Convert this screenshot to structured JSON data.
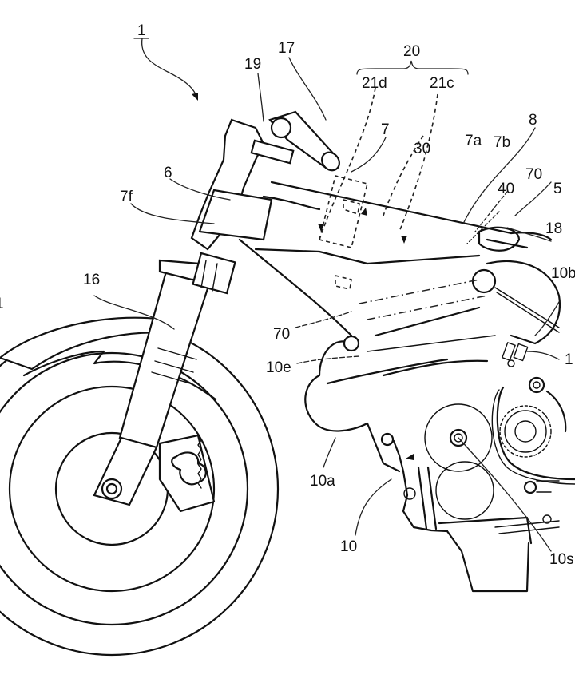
{
  "figure": {
    "type": "patent-drawing",
    "subject": "motorcycle front section with engine",
    "ink_color": "#111111",
    "background_color": "#ffffff"
  },
  "labels": {
    "vehicle": "1",
    "head_pipe": "6",
    "frame": "7",
    "frame_part_a": "7a",
    "frame_part_b": "7b",
    "frame_part_f": "7f",
    "part_8": "8",
    "part_5": "5",
    "part_10": "10",
    "part_10a": "10a",
    "part_10b": "10b",
    "part_10e": "10e",
    "part_10s": "10s",
    "part_1_partial": "1",
    "front_fork": "16",
    "handlebar": "17",
    "part_18": "18",
    "part_19": "19",
    "group_20": "20",
    "part_21c": "21c",
    "part_21d": "21d",
    "part_30": "30",
    "part_40": "40",
    "part_70_upper": "70",
    "part_70_left": "70",
    "part_edge_left": "1"
  }
}
